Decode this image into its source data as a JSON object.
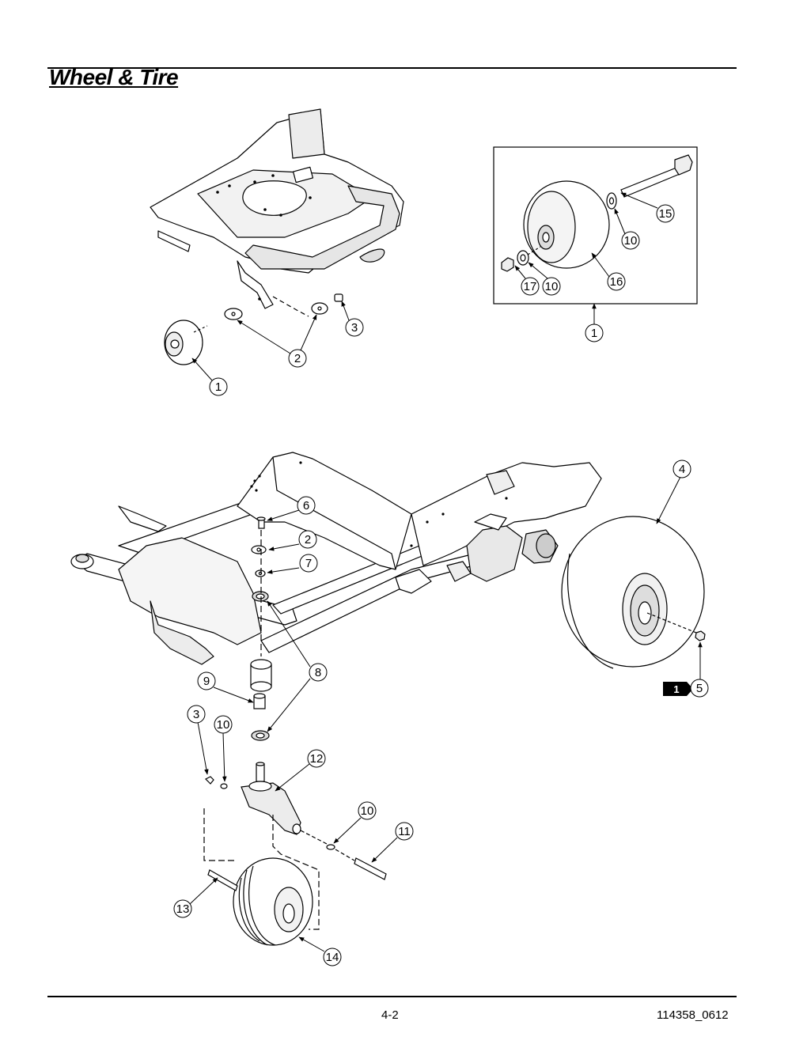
{
  "page": {
    "title": "Wheel & Tire",
    "page_number": "4-2",
    "doc_code": "114358_0612"
  },
  "reference_tag": "1",
  "callouts": {
    "top_left": [
      "1",
      "2",
      "3"
    ],
    "inset": [
      "15",
      "10",
      "16",
      "17",
      "10",
      "1"
    ],
    "main": [
      "4",
      "5",
      "6",
      "2",
      "7",
      "8",
      "9",
      "3",
      "10",
      "12",
      "10",
      "11",
      "13",
      "14"
    ]
  },
  "colors": {
    "line": "#000000",
    "shade": "#e6e6e6",
    "background": "#ffffff"
  }
}
